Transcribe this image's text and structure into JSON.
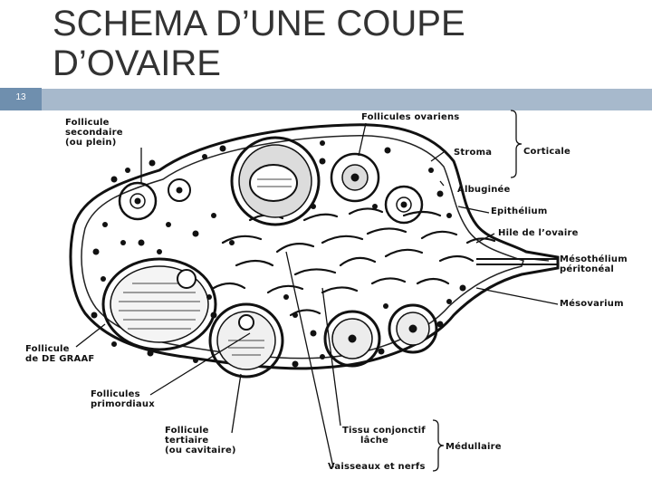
{
  "slide": {
    "number": "13",
    "title_line1": "SCHEMA D’UNE COUPE",
    "title_line2": "D’OVAIRE",
    "accent_color": "#6f8fae",
    "bar_color": "#a7b9cc"
  },
  "labels": {
    "follicule_secondaire": [
      "Follicule",
      "secondaire",
      "(ou plein)"
    ],
    "follicules_ovariens": "Follicules ovariens",
    "stroma": "Stroma",
    "corticale": "Corticale",
    "albuginee": "Albuginée",
    "epithelium": "Epithélium",
    "hile": "Hile de l’ovaire",
    "mesothelium": [
      "Mésothélium",
      "péritonéal"
    ],
    "mesovarium": "Mésovarium",
    "de_graaf": [
      "Follicule",
      "de DE GRAAF"
    ],
    "primordiaux": [
      "Follicules",
      "primordiaux"
    ],
    "tertiaire": [
      "Follicule",
      "tertiaire",
      "(ou cavitaire)"
    ],
    "tissu": [
      "Tissu conjonctif",
      "lâche"
    ],
    "medullaire": "Médullaire",
    "vaisseaux": "Vaisseaux et nerfs"
  }
}
